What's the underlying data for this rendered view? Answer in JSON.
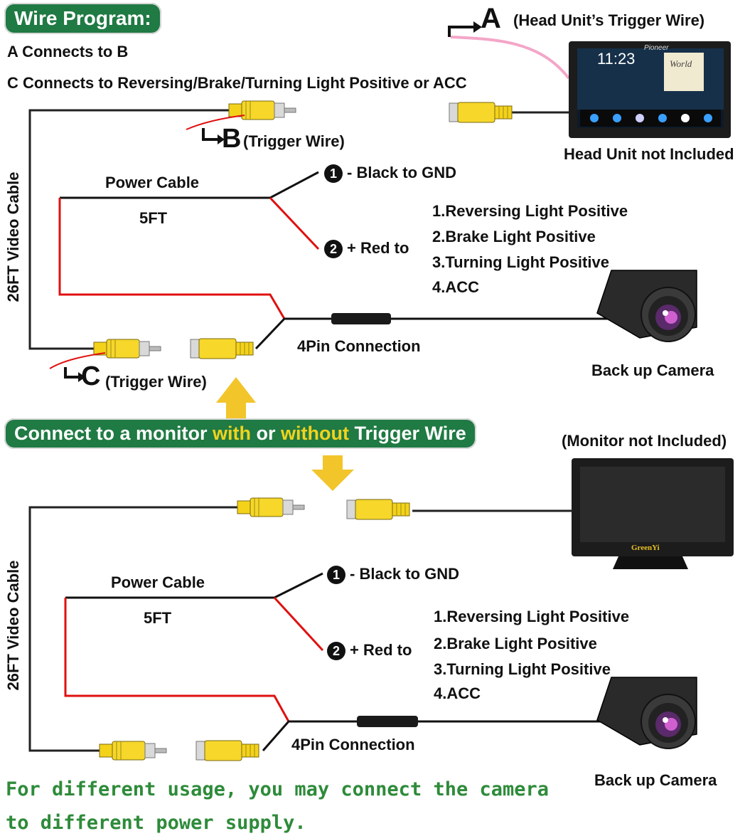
{
  "title": "Wire Program:",
  "rules": [
    "A Connects to B",
    "C Connects to Reversing/Brake/Turning Light Positive or ACC"
  ],
  "top": {
    "label_a": "A",
    "head_trigger": "(Head Unit’s Trigger Wire)",
    "head_unit": "Head Unit not Included",
    "head_time": "11:23",
    "head_brand": "Pioneer",
    "head_album": "World",
    "label_b": "B",
    "label_c": "C",
    "trigger_wire": "(Trigger Wire)",
    "video_cable": "26FT Video Cable",
    "power_cable": "Power Cable",
    "length": "5FT",
    "black": "- Black to GND",
    "red": "+ Red to",
    "options": [
      "1.Reversing Light Positive",
      "2.Brake Light Positive",
      "3.Turning Light Positive",
      "4.ACC"
    ],
    "pin": "4Pin Connection",
    "camera": "Back up Camera"
  },
  "middle": {
    "pre": "Connect to a monitor ",
    "with": "with",
    "or": " or ",
    "without": "without",
    "post": " Trigger Wire"
  },
  "bottom": {
    "monitor": "(Monitor not Included)",
    "monitor_brand": "GreenYi",
    "video_cable": "26FT Video Cable",
    "power_cable": "Power Cable",
    "length": "5FT",
    "black": "- Black to GND",
    "red": "+ Red to",
    "options": [
      "1.Reversing Light Positive",
      "2.Brake Light Positive",
      "3.Turning Light Positive",
      "4.ACC"
    ],
    "pin": "4Pin Connection",
    "camera": "Back up Camera"
  },
  "footer": [
    "For different usage, you may connect the camera",
    "to different power supply."
  ],
  "marker_1": "1",
  "marker_2": "2",
  "colors": {
    "green": "#1f7a43",
    "yellow": "#f2d21e",
    "red_wire": "#e01010",
    "connector": "#f4d21a"
  }
}
